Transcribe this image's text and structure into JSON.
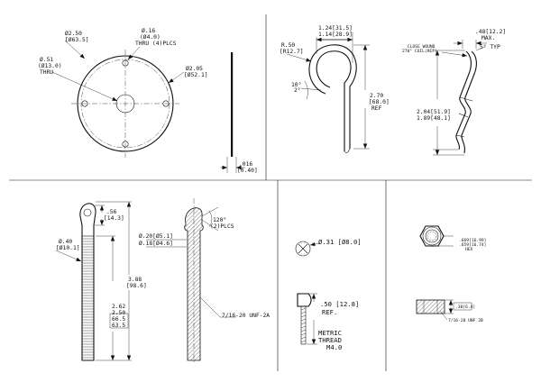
{
  "plate": {
    "outer_dia": "Ø2.50",
    "outer_dia_mm": "[Ø63.5]",
    "hole_dia": "Ø.16",
    "hole_dia_mm": "(Ø4.0)",
    "hole_note": "THRU (4)PLCS",
    "center_dia": "Ø.51",
    "center_dia_mm": "(Ø13.0)",
    "center_note": "THRU",
    "bolt_circle": "Ø2.05",
    "bolt_circle_mm": "[Ø52.1]",
    "thickness": ".016",
    "thickness_mm": "[0.40]"
  },
  "hairpin": {
    "width_outer": "1.24[31.5]",
    "width_inner": "1.14[28.9]",
    "radius": "R.50",
    "radius_mm": "[R12.7]",
    "angle": "10°",
    "angle_tol": "2°",
    "length": "2.70",
    "length_mm": "[68.0]",
    "ref": "REF"
  },
  "hairpin_side": {
    "max": ".48[12.2]",
    "max_label": "MAX.",
    "note_line1": "CLOSE WOUND",
    "note_line2": "270° COIL(REF)",
    "typ_angle": "5° TYP",
    "h1": "2.04[51.9]",
    "h2": "1.89[48.1]"
  },
  "rod": {
    "eye_dim": ".56",
    "eye_dim_mm": "[14.3]",
    "dia": "Ø.40",
    "dia_mm": "[Ø10.1]",
    "overall": "3.88",
    "overall_mm": "[98.6]",
    "thread_len1": "2.62",
    "thread_len2": "2.50",
    "thread_len1_mm": "66.5",
    "thread_len2_mm": "63.5",
    "hole1": "Ø.20[Ø5.1]",
    "hole2": "Ø.18[Ø4.6]",
    "chamfer": "120°",
    "chamfer_note": "(2)PLCS",
    "thread_spec": "7/16-20 UNF-2A"
  },
  "screw": {
    "head_dia": "Ø.31 [Ø8.0]",
    "length": ".50 [12.8]",
    "ref": "REF.",
    "thread_line1": "METRIC",
    "thread_line2": "THREAD",
    "thread_line3": "M4.0"
  },
  "nut": {
    "across_corners": ".669[16.99]",
    "across_flats": ".659[16.74]",
    "hex": "HEX",
    "thickness": ".30[6.4]",
    "thread_spec": "7/16-20 UNF 2B"
  }
}
